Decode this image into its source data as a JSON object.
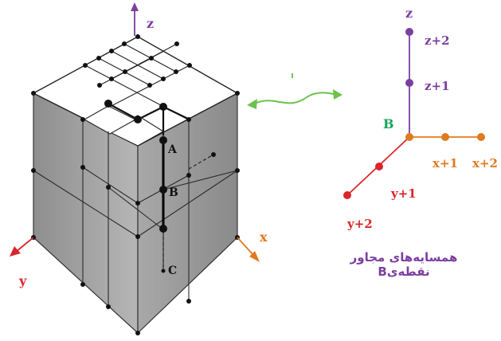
{
  "cube": {
    "axis_z": "z",
    "axis_x": "x",
    "axis_y": "y",
    "point_a": "A",
    "point_b": "B",
    "point_c": "C"
  },
  "neighbors": {
    "center": "B",
    "z_axis": "z",
    "z_plus_1": "z+1",
    "z_plus_2": "z+2",
    "x_plus_1": "x+1",
    "x_plus_2": "x+2",
    "y_plus_1": "y+1",
    "y_plus_2": "y+2",
    "caption": "همسایه‌های مجاور نقطه‌یB"
  },
  "colors": {
    "z_axis": "#7b3fa0",
    "x_axis": "#e07a1f",
    "y_axis": "#d9262a",
    "center": "#1aa35a",
    "connector": "#6cc24a",
    "cube_face": "#9d9d9d",
    "cube_top": "#ffffff"
  }
}
